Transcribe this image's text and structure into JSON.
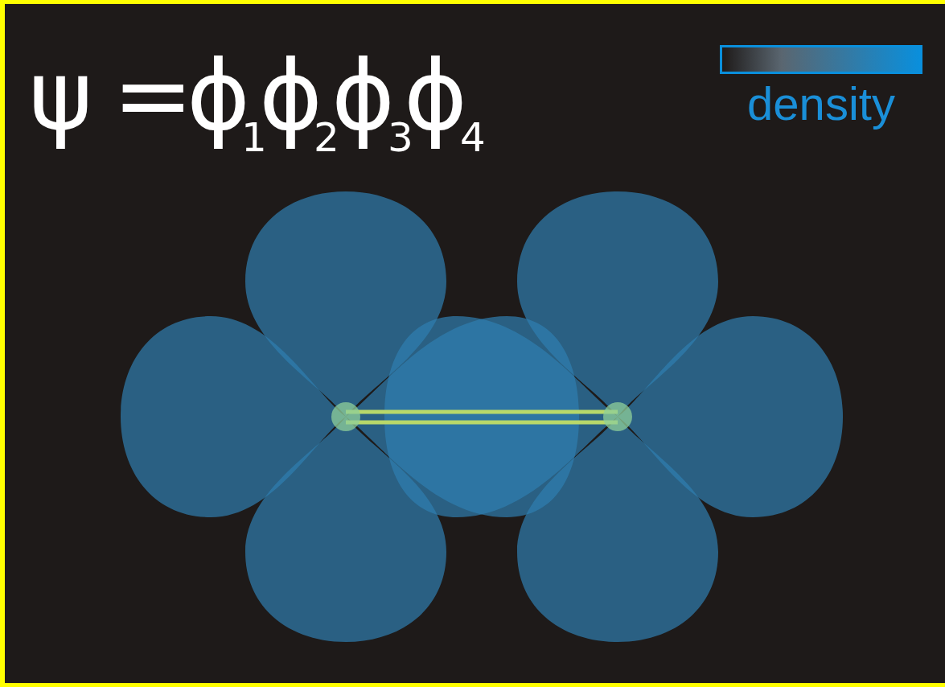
{
  "diagram": {
    "labels": [
      "ψ",
      "=",
      "ϕ",
      "1",
      "ϕ",
      "2",
      "ϕ",
      "3",
      "ϕ",
      "4"
    ],
    "legend": [
      {
        "text": "density"
      }
    ]
  }
}
